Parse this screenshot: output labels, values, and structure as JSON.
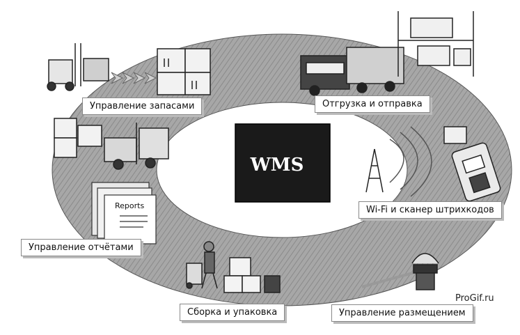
{
  "center": {
    "title": "WMS"
  },
  "modules": {
    "inventory": "Управление запасами",
    "shipping": "Отгрузка и отправка",
    "wifi_scanner": "Wi-Fi и сканер штрихкодов",
    "reports": "Управление отчётами",
    "picking": "Сборка и упаковка",
    "placement": "Управление размещением"
  },
  "reports_sheet": "Reports",
  "watermark": "ProGif.ru",
  "colors": {
    "ring": "#9a9a9a",
    "center_box": "#1a1a1a",
    "center_text": "#ffffff",
    "label_border": "#888888"
  },
  "icons": [
    "forklift-icon",
    "pallet-boxes-icon",
    "truck-icon",
    "warehouse-rack-icon",
    "radio-tower-icon",
    "barcode-scanner-icon",
    "reports-stack-icon",
    "worker-icon",
    "packages-icon",
    "sensor-device-icon"
  ]
}
